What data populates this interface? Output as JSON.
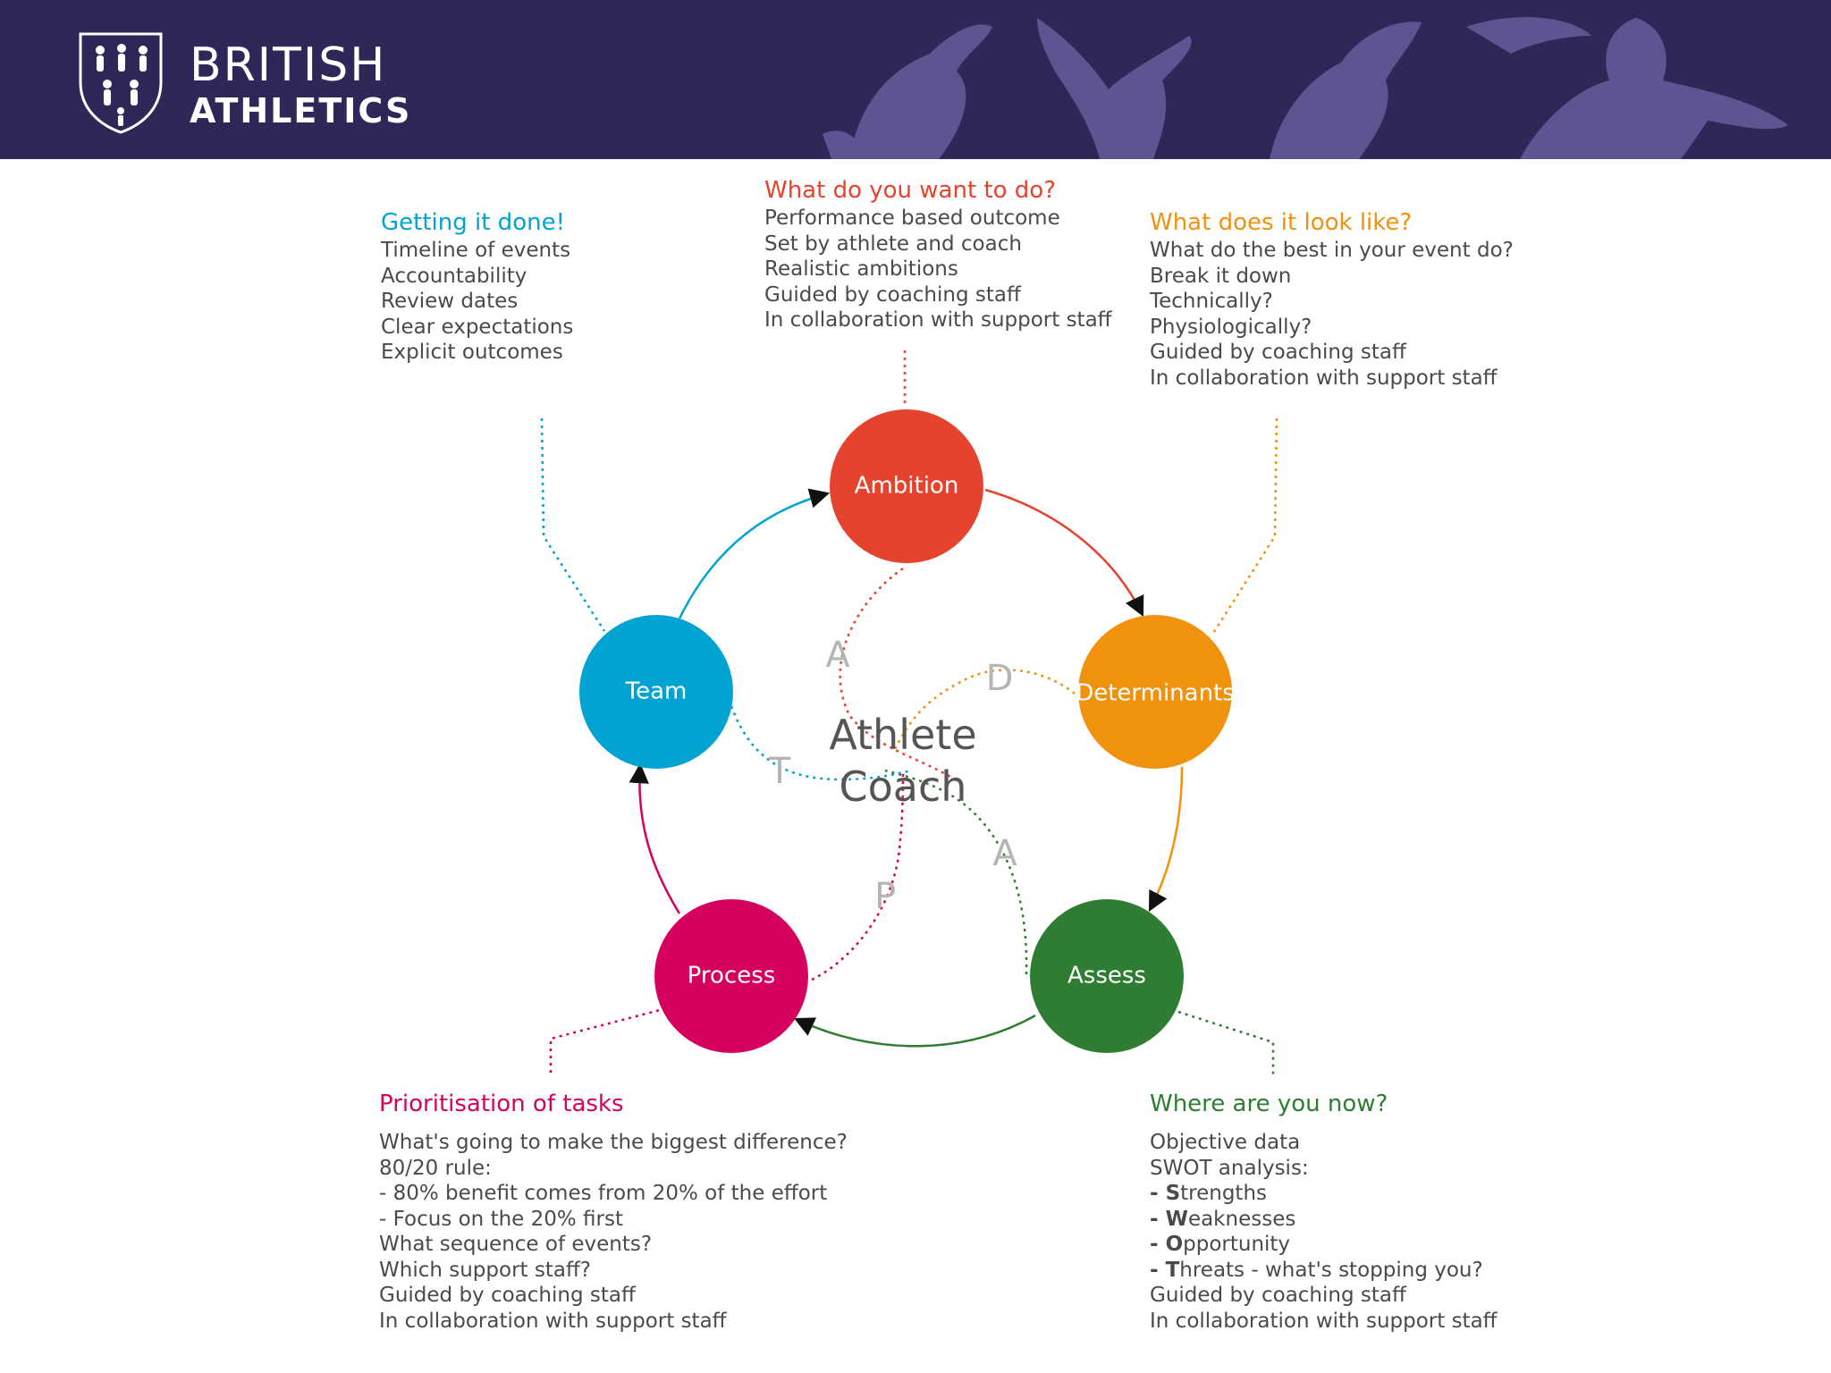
{
  "brand": {
    "line1": "BRITISH",
    "line2": "ATHLETICS"
  },
  "colors": {
    "header": "#2e2757",
    "ambition": "#e5432e",
    "determinants": "#f0920e",
    "assess": "#2e7d32",
    "process": "#d6005e",
    "team": "#00a3d1"
  },
  "blocks": {
    "team": {
      "title": "Getting it done!",
      "lines": [
        "Timeline of events",
        "Accountability",
        "Review dates",
        "Clear expectations",
        "Explicit outcomes"
      ]
    },
    "ambition": {
      "title": "What do you want to do?",
      "lines": [
        "Performance based outcome",
        "Set by athlete and coach",
        "Realistic ambitions",
        "Guided by coaching staff",
        "In collaboration with support staff"
      ]
    },
    "determinants": {
      "title": "What does it look like?",
      "lines": [
        "What do the best in your event do?",
        "Break it down",
        "Technically?",
        "Physiologically?",
        "Guided by coaching staff",
        "In collaboration with support staff"
      ]
    },
    "process": {
      "title": "Prioritisation of tasks",
      "lines": [
        "What's going to make the biggest difference?",
        "80/20 rule:",
        "- 80% benefit comes from 20% of the effort",
        "- Focus on the 20% first",
        "What sequence of events?",
        "Which support staff?",
        "Guided by coaching staff",
        "In collaboration with support staff"
      ]
    },
    "assess": {
      "title": "Where are you now?",
      "intro": [
        "Objective data",
        "SWOT analysis:"
      ],
      "swot": [
        {
          "prefix": "- ",
          "initial": "S",
          "rest": "trengths"
        },
        {
          "prefix": "- ",
          "initial": "W",
          "rest": "eaknesses"
        },
        {
          "prefix": "- ",
          "initial": "O",
          "rest": "pportunity"
        },
        {
          "prefix": "- ",
          "initial": "T",
          "rest": "hreats - what's stopping you?"
        }
      ],
      "outro": [
        "Guided by coaching staff",
        "In collaboration with support staff"
      ]
    }
  },
  "nodes": {
    "ambition": "Ambition",
    "determinants": "Determinants",
    "assess": "Assess",
    "process": "Process",
    "team": "Team"
  },
  "center": {
    "line1": "Athlete",
    "line2": "Coach"
  },
  "letters": {
    "a1": "A",
    "d": "D",
    "a2": "A",
    "p": "P",
    "t": "T"
  }
}
